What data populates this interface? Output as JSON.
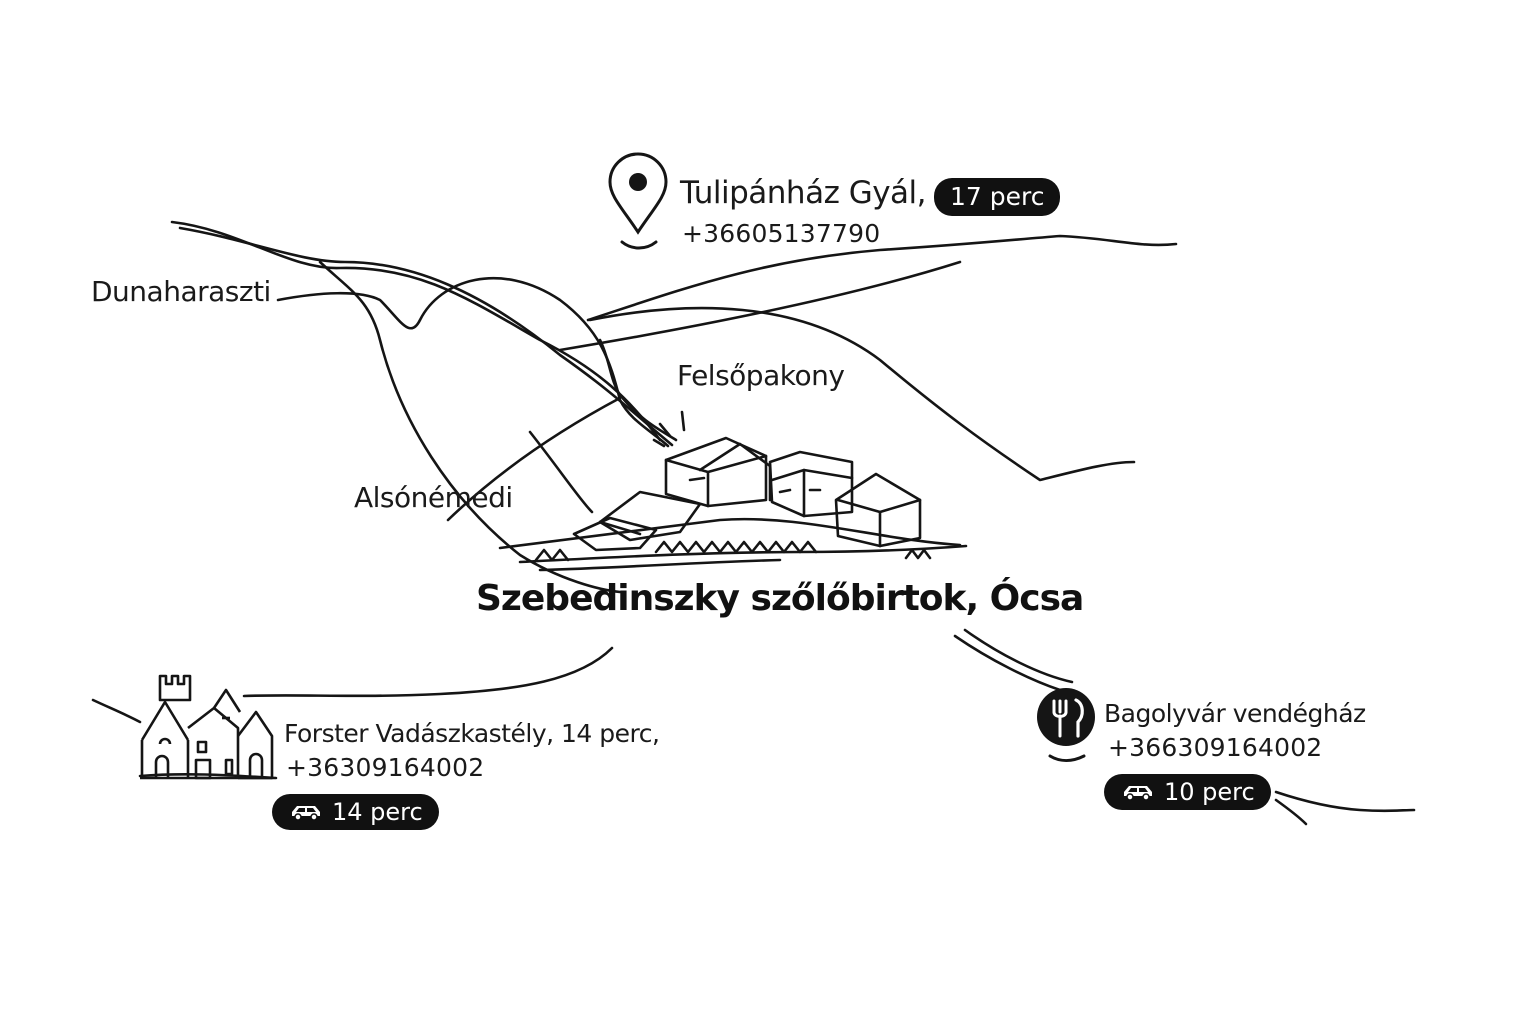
{
  "map": {
    "title": "Szebedinszky szőlőbirtok, Ócsa",
    "places": {
      "dunaharaszti": "Dunaharaszti",
      "felsopakony": "Felsőpakony",
      "alsonemedi": "Alsónémedi"
    },
    "pois": {
      "tulipanhaz": {
        "name": "Tulipánház Gyál,",
        "phone": "+36605137790",
        "time": "17 perc",
        "icon": "map-pin-icon"
      },
      "forster": {
        "name": "Forster Vadászkastély, 14 perc,",
        "phone": "+36309164002",
        "time": "14 perc",
        "icon": "castle-icon",
        "time_icon": "car-icon"
      },
      "bagolyvar": {
        "name": "Bagolyvár vendégház",
        "phone": "+366309164002",
        "time": "10 perc",
        "icon": "restaurant-icon",
        "time_icon": "car-icon"
      }
    },
    "colors": {
      "ink": "#151515",
      "background": "#ffffff"
    }
  }
}
